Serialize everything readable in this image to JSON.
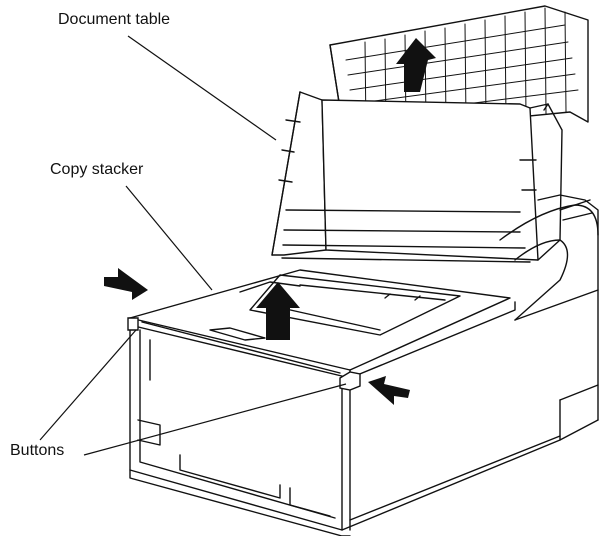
{
  "labels": {
    "document_table": "Document table",
    "copy_stacker": "Copy stacker",
    "buttons": "Buttons"
  },
  "colors": {
    "ink": "#111111",
    "background": "#ffffff"
  },
  "icons": {
    "arrow": "filled-arrow-icon"
  }
}
